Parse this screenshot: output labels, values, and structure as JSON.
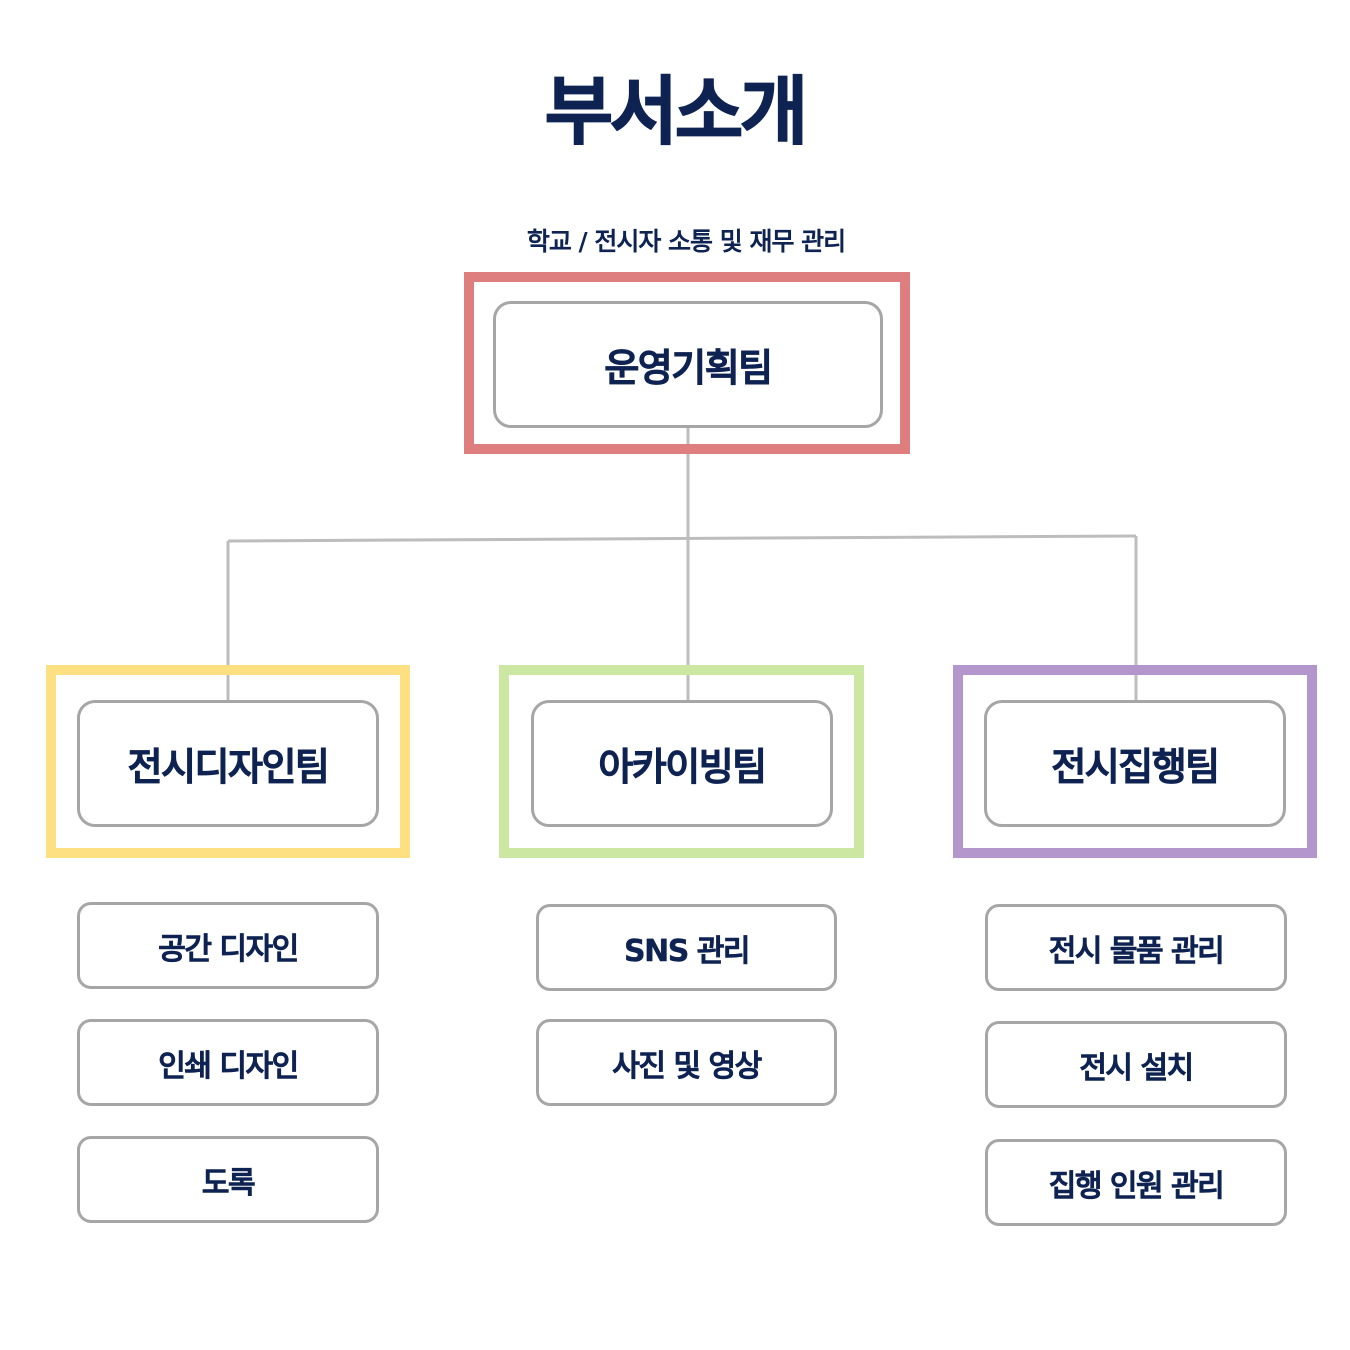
{
  "title": "부서소개",
  "top_department": {
    "description": "학교 / 전시자 소통 및 재무 관리",
    "name": "운영기획팀",
    "frame_color": "#de7e7e"
  },
  "teams": [
    {
      "name": "전시디자인팀",
      "frame_color": "#fde081",
      "duties": [
        "공간 디자인",
        "인쇄 디자인",
        "도록"
      ]
    },
    {
      "name": "아카이빙팀",
      "frame_color": "#cbe7a2",
      "duties": [
        "SNS 관리",
        "사진 및 영상"
      ]
    },
    {
      "name": "전시집행팀",
      "frame_color": "#b396cb",
      "duties": [
        "전시 물품 관리",
        "전시 설치",
        "집행 인원 관리"
      ]
    }
  ],
  "colors": {
    "text": "#0e2352",
    "box_border": "#a6a6a6",
    "connector": "#bdbdbd"
  }
}
